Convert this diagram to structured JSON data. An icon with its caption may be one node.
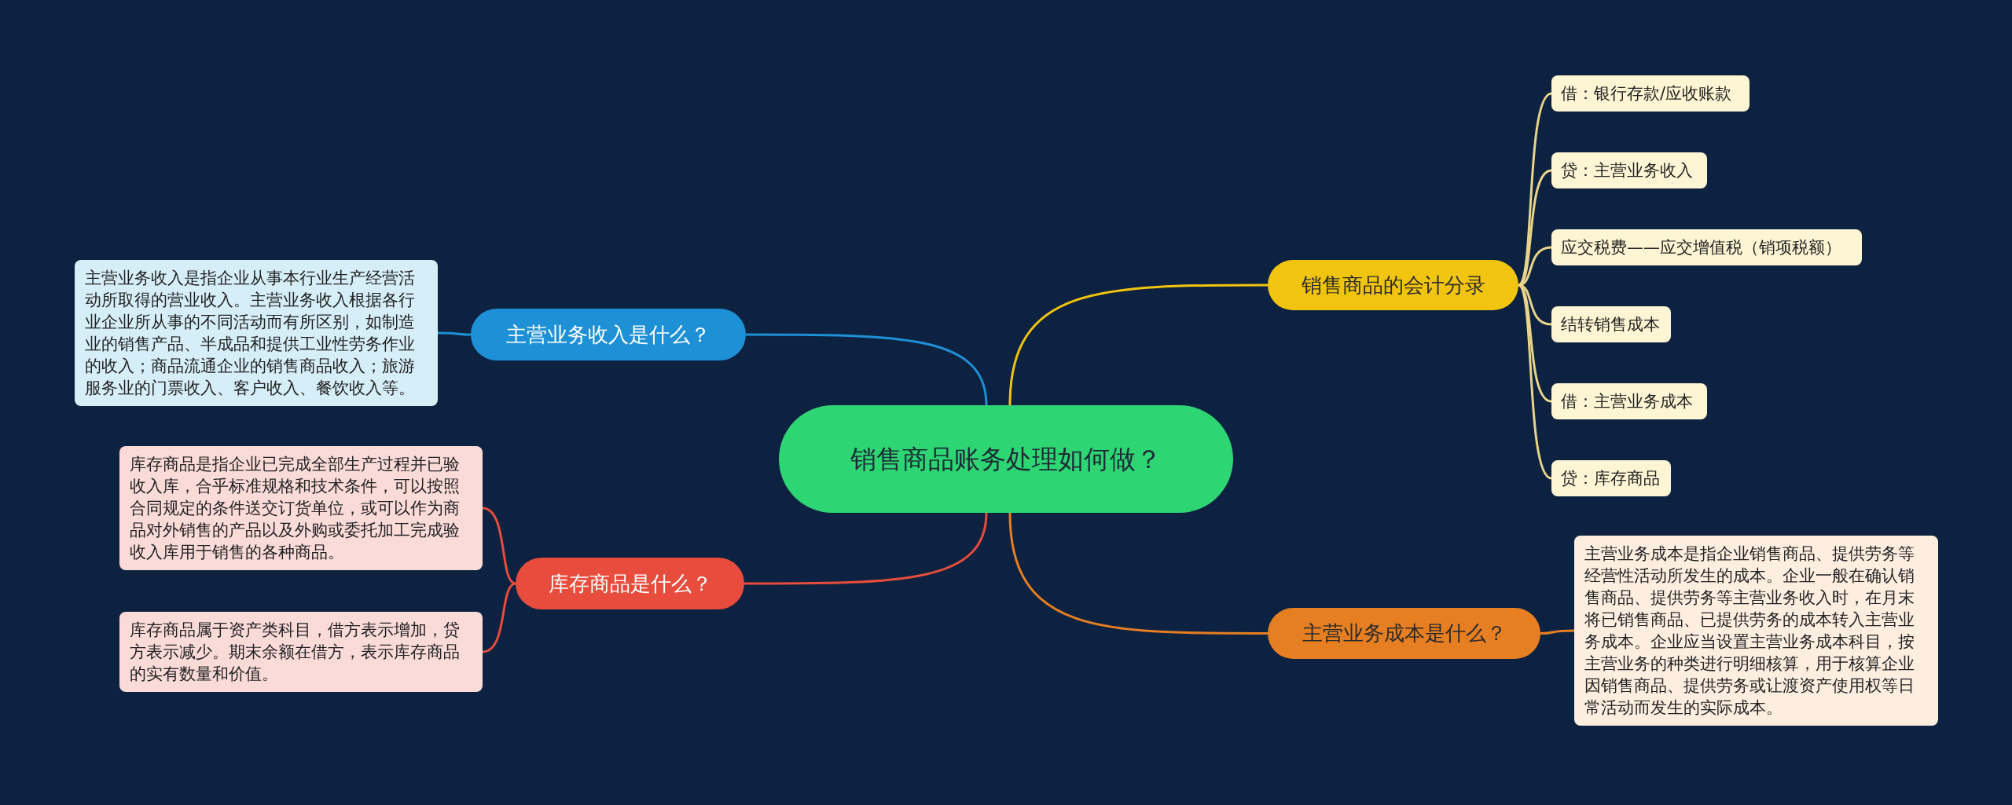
{
  "diagram": {
    "nodes": [
      {
        "text": [
          "销售商品账务处理如何做？"
        ]
      },
      {
        "text": [
          "主营业务收入是什么？"
        ]
      },
      {
        "text": [
          "主营业务收入是指企业从事本行业生产经营活动所取得的营业收入。主营业务收入根据各行业企业所从事的不同活动而有所区别，如制造业的销售产品、半成品和提供工业性劳务作业的收入；商品流通企业的销售商品收入；旅游服务业的门票收入、客户收入、餐饮收入等。"
        ]
      },
      {
        "text": [
          "库存商品是什么？"
        ]
      },
      {
        "text": [
          "库存商品是指企业已完成全部生产过程并已验收入库，合乎标准规格和技术条件，可以按照合同规定的条件送交订货单位，或可以作为商品对外销售的产品以及外购或委托加工完成验收入库用于销售的各种商品。"
        ]
      },
      {
        "text": [
          "库存商品属于资产类科目，借方表示增加，贷方表示减少。期末余额在借方，表示库存商品的实有数量和价值。"
        ]
      },
      {
        "text": [
          "销售商品的会计分录"
        ]
      },
      {
        "text": [
          "借：银行存款/应收账款"
        ]
      },
      {
        "text": [
          "贷：主营业务收入"
        ]
      },
      {
        "text": [
          "应交税费——应交增值税（销项税额）"
        ]
      },
      {
        "text": [
          "结转销售成本"
        ]
      },
      {
        "text": [
          "借：主营业务成本"
        ]
      },
      {
        "text": [
          "贷：库存商品"
        ]
      },
      {
        "text": [
          "主营业务成本是什么？"
        ]
      },
      {
        "text": [
          "主营业务成本是指企业销售商品、提供劳务等经营性活动所发生的成本。企业一般在确认销售商品、提供劳务等主营业务收入时，在月末将已销售商品、已提供劳务的成本转入主营业务成本。企业应当设置主营业务成本科目，按主营业务的种类进行明细核算，用于核算企业因销售商品、提供劳务或让渡资产使用权等日常活动而发生的实际成本。"
        ]
      }
    ],
    "edges": [
      {
        "from": 0,
        "to": 1,
        "arrow": "none",
        "color": "#1e90d6"
      },
      {
        "from": 1,
        "to": 2,
        "arrow": "none",
        "color": "#1e90d6"
      },
      {
        "from": 0,
        "to": 3,
        "arrow": "none",
        "color": "#e74c3c"
      },
      {
        "from": 3,
        "to": 4,
        "arrow": "none",
        "color": "#e74c3c"
      },
      {
        "from": 3,
        "to": 5,
        "arrow": "none",
        "color": "#e74c3c"
      },
      {
        "from": 0,
        "to": 6,
        "arrow": "none",
        "color": "#f1c40f"
      },
      {
        "from": 6,
        "to": 7,
        "arrow": "none",
        "color": "#e8d48a"
      },
      {
        "from": 6,
        "to": 8,
        "arrow": "none",
        "color": "#e8d48a"
      },
      {
        "from": 6,
        "to": 9,
        "arrow": "none",
        "color": "#e8d48a"
      },
      {
        "from": 6,
        "to": 10,
        "arrow": "none",
        "color": "#e8d48a"
      },
      {
        "from": 6,
        "to": 11,
        "arrow": "none",
        "color": "#e8d48a"
      },
      {
        "from": 6,
        "to": 12,
        "arrow": "none",
        "color": "#e8d48a"
      },
      {
        "from": 0,
        "to": 13,
        "arrow": "none",
        "color": "#e67e22"
      },
      {
        "from": 13,
        "to": 14,
        "arrow": "none",
        "color": "#e67e22"
      }
    ]
  }
}
